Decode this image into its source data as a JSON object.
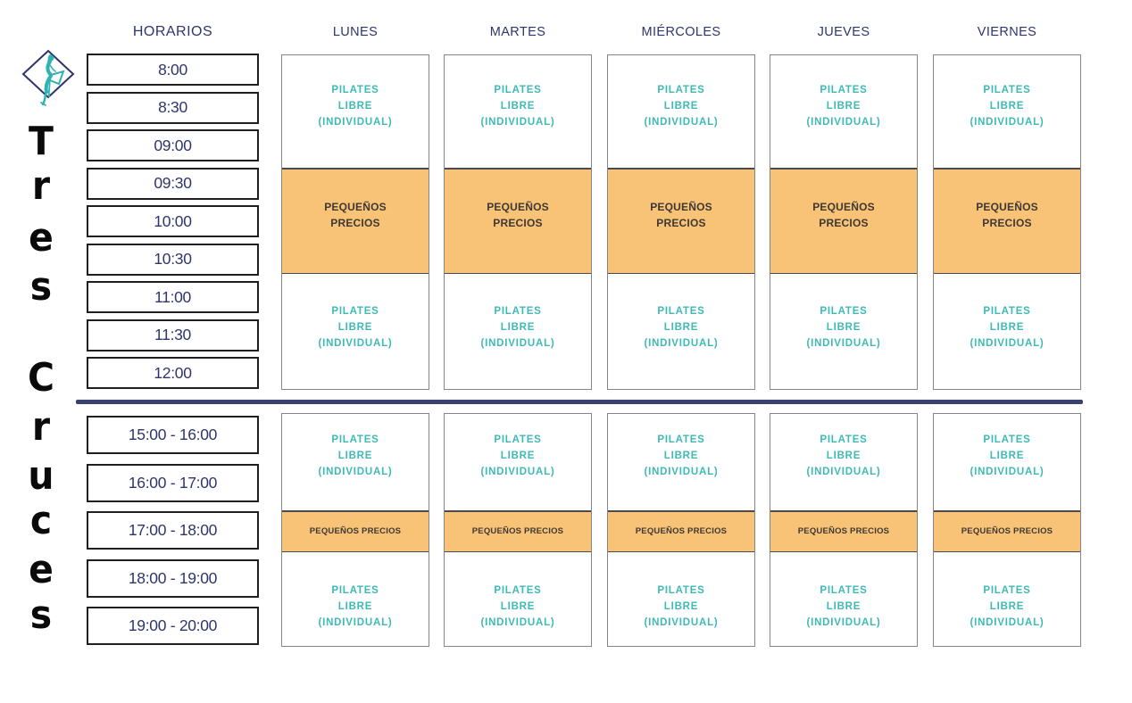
{
  "header": {
    "title": "HORARIOS"
  },
  "brand": {
    "word_top": "Tres",
    "word_bottom": "Cruces",
    "logo": "pilates-figure-in-diamond"
  },
  "colors": {
    "navy": "#2e356b",
    "teal": "#3ebab6",
    "orange": "#f9c377",
    "dark_on_orange": "#3d3833",
    "time_border": "#1f1f1f",
    "block_border": "#858585",
    "divider": "#3a4070",
    "letters": "#0a0a0a"
  },
  "days": [
    "LUNES",
    "MARTES",
    "MIÉRCOLES",
    "JUEVES",
    "VIERNES"
  ],
  "schedule": {
    "morning": {
      "times": [
        "8:00",
        "8:30",
        "09:00",
        "09:30",
        "10:00",
        "10:30",
        "11:00",
        "11:30",
        "12:00"
      ],
      "blocks": [
        {
          "type": "pilates",
          "lines": [
            "PILATES",
            "LIBRE",
            "(INDIVIDUAL)"
          ]
        },
        {
          "type": "pequenos",
          "lines": [
            "PEQUEÑOS",
            "PRECIOS"
          ]
        },
        {
          "type": "pilates",
          "lines": [
            "PILATES",
            "LIBRE",
            "(INDIVIDUAL)"
          ]
        }
      ]
    },
    "afternoon": {
      "times": [
        "15:00 - 16:00",
        "16:00 - 17:00",
        "17:00 - 18:00",
        "18:00 - 19:00",
        "19:00 - 20:00"
      ],
      "blocks": [
        {
          "type": "pilates",
          "lines": [
            "PILATES",
            "LIBRE",
            "(INDIVIDUAL)"
          ]
        },
        {
          "type": "pequenos",
          "lines": [
            "PEQUEÑOS PRECIOS"
          ]
        },
        {
          "type": "pilates",
          "lines": [
            "PILATES",
            "LIBRE",
            "(INDIVIDUAL)"
          ]
        }
      ]
    }
  }
}
